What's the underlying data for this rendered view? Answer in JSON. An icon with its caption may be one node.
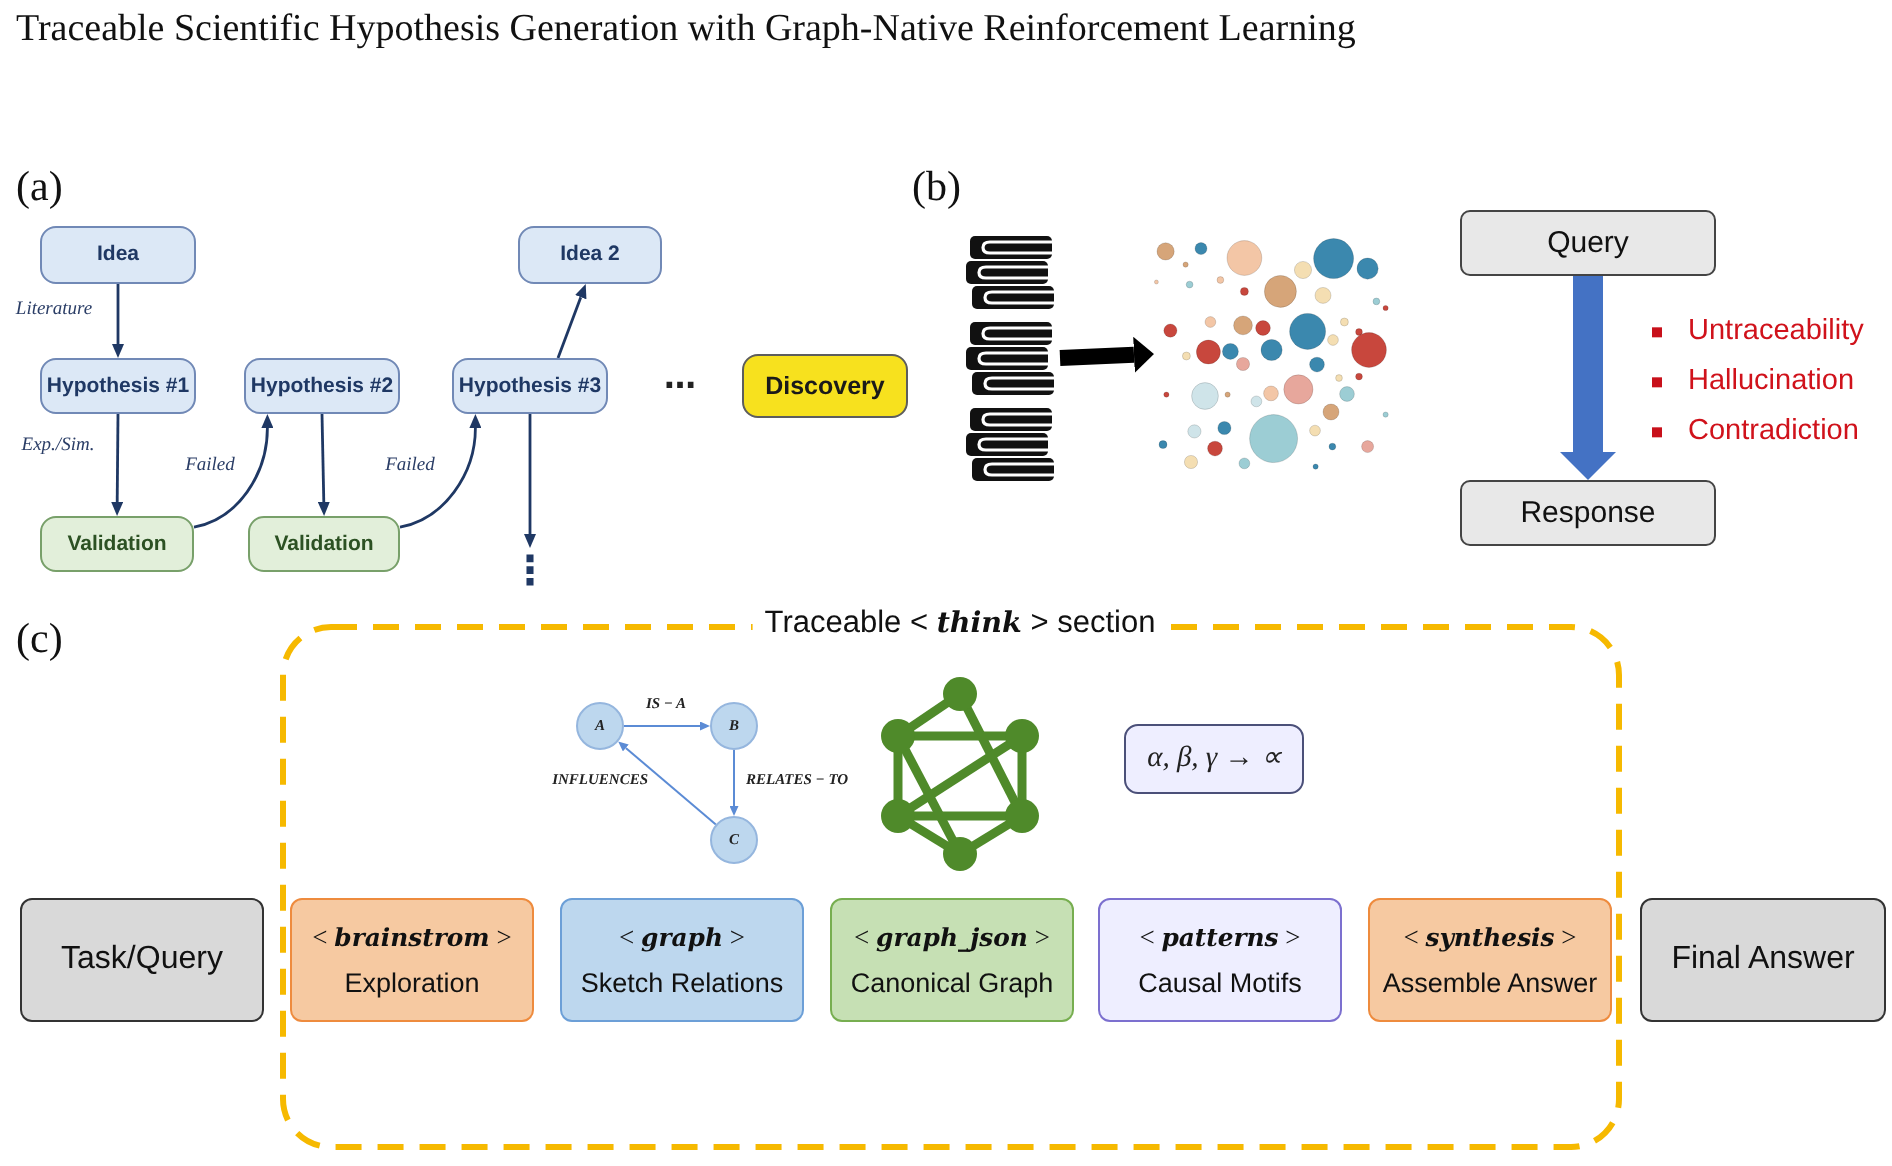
{
  "diagram": {
    "title": "Traceable Scientific Hypothesis Generation with Graph-Native Reinforcement Learning",
    "nodes": [
      {
        "text": [
          "Idea"
        ]
      },
      {
        "text": [
          "Hypothesis #1"
        ]
      },
      {
        "text": [
          "Validation"
        ]
      },
      {
        "text": [
          "Hypothesis #2"
        ]
      },
      {
        "text": [
          "Validation"
        ]
      },
      {
        "text": [
          "Hypothesis #3"
        ]
      },
      {
        "text": [
          "Idea 2"
        ]
      },
      {
        "text": [
          "Discovery"
        ]
      },
      {
        "text": [
          "⋮"
        ]
      },
      {
        "text": [],
        "shape": "picture"
      },
      {
        "text": [],
        "shape": "picture"
      },
      {
        "text": [
          "Query"
        ]
      },
      {
        "text": [
          "Response"
        ]
      },
      {
        "text": [
          "Traceable < **think** > section"
        ]
      },
      {
        "text": [
          "A"
        ],
        "in": 13
      },
      {
        "text": [
          "B"
        ],
        "in": 13
      },
      {
        "text": [
          "C"
        ],
        "in": 13
      },
      {
        "text": [
          "α, β, γ → ∝"
        ],
        "in": 13
      },
      {
        "text": [
          "Task/Query"
        ]
      },
      {
        "text": [
          "< **brainstrom** >",
          "Exploration"
        ],
        "in": 13
      },
      {
        "text": [
          "< **graph** >",
          "Sketch Relations"
        ],
        "in": 13
      },
      {
        "text": [
          "< **graph_json** >",
          "Canonical Graph"
        ],
        "in": 13
      },
      {
        "text": [
          "< **patterns** >",
          "Causal Motifs"
        ],
        "in": 13
      },
      {
        "text": [
          "< **synthesis** >",
          "Assemble Answer"
        ],
        "in": 13
      },
      {
        "text": [
          "Final Answer"
        ]
      }
    ],
    "edges": [
      {
        "from": 0,
        "to": 1,
        "arrow": "to",
        "label": "Literature"
      },
      {
        "from": 1,
        "to": 2,
        "arrow": "to",
        "label": "Exp./Sim."
      },
      {
        "from": 2,
        "to": 3,
        "arrow": "to",
        "label": "Failed"
      },
      {
        "from": 3,
        "to": 4,
        "arrow": "to"
      },
      {
        "from": 4,
        "to": 5,
        "arrow": "to",
        "label": "Failed"
      },
      {
        "from": 5,
        "to": 6,
        "arrow": "to"
      },
      {
        "from": 5,
        "to": 8,
        "arrow": "to"
      },
      {
        "from": 9,
        "to": 10,
        "arrow": "to",
        "style": "thick",
        "color": "#000000"
      },
      {
        "from": 11,
        "to": 12,
        "arrow": "to",
        "style": "thick",
        "color": "#4472c4"
      },
      {
        "from": 14,
        "to": 15,
        "arrow": "to",
        "label": "IS − A",
        "color": "#5b8bd5"
      },
      {
        "from": 15,
        "to": 16,
        "arrow": "to",
        "label": "RELATES − TO",
        "color": "#5b8bd5"
      },
      {
        "from": 16,
        "to": 14,
        "arrow": "to",
        "label": "INFLUENCES",
        "color": "#5b8bd5"
      }
    ],
    "labels": [
      "(a)",
      "⋯",
      "(b)",
      "Untraceability",
      "Hallucination",
      "Contradiction",
      "(c)"
    ]
  }
}
